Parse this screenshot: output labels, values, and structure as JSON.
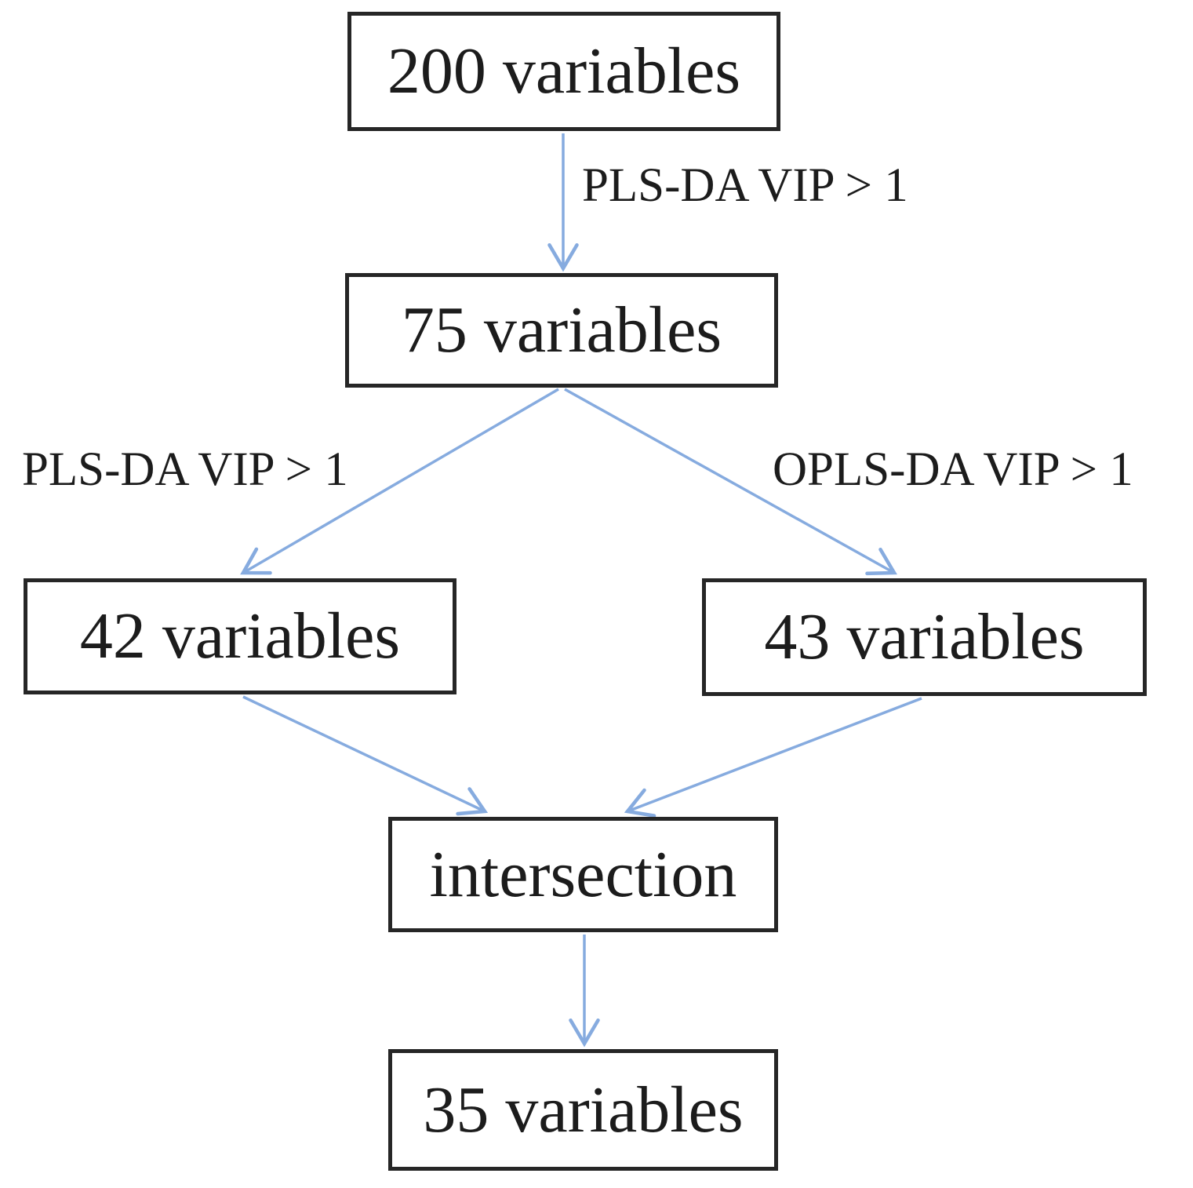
{
  "colors": {
    "arrow_blue": "#86abdf",
    "box_border": "#262626",
    "text": "#1c1c1c",
    "background": "#ffffff"
  },
  "nodes": {
    "start": {
      "label": "200 variables"
    },
    "filtered": {
      "label": "75 variables"
    },
    "pls_result": {
      "label": "42 variables"
    },
    "opls_result": {
      "label": "43 variables"
    },
    "intersection": {
      "label": "intersection"
    },
    "final": {
      "label": "35 variables"
    }
  },
  "edge_labels": {
    "start_to_filtered": "PLS-DA VIP > 1",
    "filtered_to_pls": "PLS-DA VIP > 1",
    "filtered_to_opls": "OPLS-DA VIP > 1"
  }
}
